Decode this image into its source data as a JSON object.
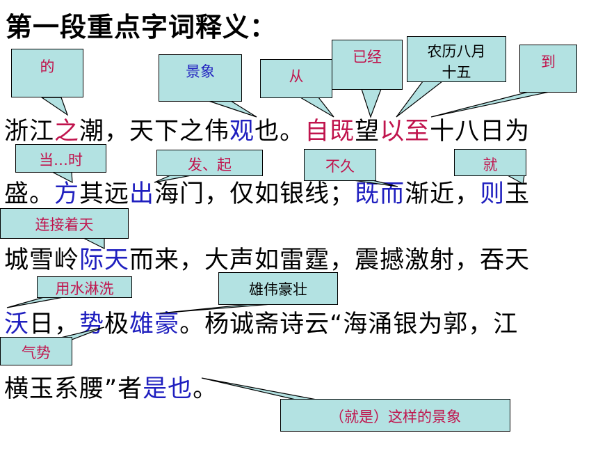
{
  "title": "第一段重点字词释义：",
  "lines": [
    [
      {
        "t": "浙江",
        "c": "k"
      },
      {
        "t": "之",
        "c": "r"
      },
      {
        "t": "潮，天下之伟",
        "c": "k"
      },
      {
        "t": "观",
        "c": "b"
      },
      {
        "t": "也。",
        "c": "k"
      },
      {
        "t": "自既",
        "c": "r"
      },
      {
        "t": "望",
        "c": "k"
      },
      {
        "t": "以至",
        "c": "r"
      },
      {
        "t": "十八日为",
        "c": "k"
      }
    ],
    [
      {
        "t": "盛。",
        "c": "k"
      },
      {
        "t": "方",
        "c": "b"
      },
      {
        "t": "其远",
        "c": "k"
      },
      {
        "t": "出",
        "c": "b"
      },
      {
        "t": "海门，仅如银线；",
        "c": "k"
      },
      {
        "t": "既而",
        "c": "b"
      },
      {
        "t": "渐近，",
        "c": "k"
      },
      {
        "t": "则",
        "c": "b"
      },
      {
        "t": "玉",
        "c": "k"
      }
    ],
    [
      {
        "t": "城雪岭",
        "c": "k"
      },
      {
        "t": "际天",
        "c": "b"
      },
      {
        "t": "而来，大声如雷霆，震撼激射，吞天",
        "c": "k"
      }
    ],
    [
      {
        "t": "沃",
        "c": "b"
      },
      {
        "t": "日，",
        "c": "k"
      },
      {
        "t": "势",
        "c": "b"
      },
      {
        "t": "极",
        "c": "k"
      },
      {
        "t": "雄豪",
        "c": "b"
      },
      {
        "t": "。杨诚斋诗云“海涌银为郭，江",
        "c": "k"
      }
    ],
    [
      {
        "t": "横玉系腰”者",
        "c": "k"
      },
      {
        "t": "是也",
        "c": "b"
      },
      {
        "t": "。",
        "c": "k"
      }
    ]
  ],
  "callouts": {
    "de": "的",
    "jingxiang": "景象",
    "cong": "从",
    "yijing": "已经",
    "nongli_1": "农历八月",
    "nongli_2": "十五",
    "dao": "到",
    "dang_shi": "当…时",
    "fa_qi": "发、起",
    "bujiu": "不久",
    "jiu": "就",
    "lianjie": "连接着天",
    "linxi": "用水淋洗",
    "xiongwei": "雄伟豪壮",
    "qishi": "气势",
    "jiushi": "（就是）这样的景象"
  },
  "colors": {
    "highlight_red": "#c0144d",
    "highlight_blue": "#1f1fbf",
    "callout_fill": "#b3e2e2"
  }
}
